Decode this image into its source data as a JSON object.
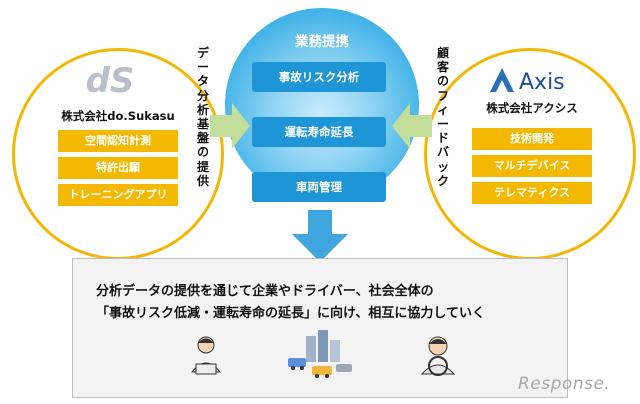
{
  "left_company": {
    "logo_text": "dS",
    "name": "株式会社do.Sukasu",
    "items": [
      "空間認知計測",
      "特許出願",
      "トレーニングアプリ"
    ]
  },
  "right_company": {
    "logo_text": "Axis",
    "name": "株式会社アクシス",
    "items": [
      "技術開発",
      "マルチデバイス",
      "テレマティクス"
    ]
  },
  "center": {
    "title": "業務提携",
    "items": [
      "事故リスク分析",
      "運転寿命延長",
      "車両管理"
    ]
  },
  "left_flow_label": "データ分析基盤の提供",
  "right_flow_label": "顧客のフィードバック",
  "summary": {
    "line1": "分析データの提供を通じて企業やドライバー、社会全体の",
    "line2": "「事故リスク低減・運転寿命の延長」に向け、相互に協力していく"
  },
  "watermark": "Response.",
  "colors": {
    "accent_yellow": "#f5b800",
    "accent_blue": "#1e95d6",
    "arrow_green": "#c3dd9a"
  }
}
